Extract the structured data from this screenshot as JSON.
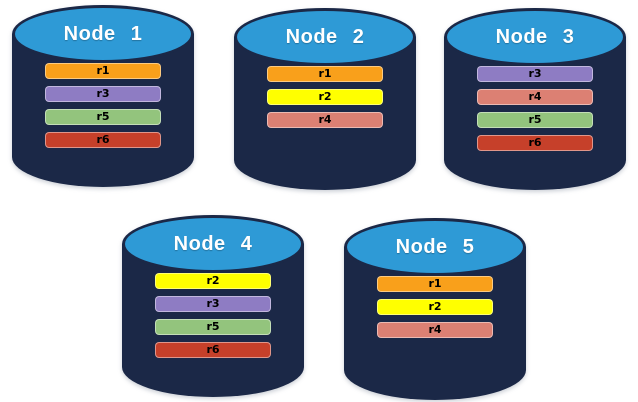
{
  "palette": {
    "background": "#FFFFFF",
    "cylinder_body": "#1B2847",
    "cylinder_top_fill": "#2E9AD6",
    "title_text": "#FFFFFF",
    "bar_text": "#000000",
    "replica_colors": {
      "r1": "#F9A01B",
      "r2": "#FFFF00",
      "r3": "#8E7CC3",
      "r4": "#DC8073",
      "r5": "#93C47D",
      "r6": "#C6402A"
    }
  },
  "nodes": [
    {
      "id": "node-1",
      "title": "Node 1",
      "replicas": [
        "r1",
        "r3",
        "r5",
        "r6"
      ]
    },
    {
      "id": "node-2",
      "title": "Node 2",
      "replicas": [
        "r1",
        "r2",
        "r4"
      ]
    },
    {
      "id": "node-3",
      "title": "Node 3",
      "replicas": [
        "r3",
        "r4",
        "r5",
        "r6"
      ]
    },
    {
      "id": "node-4",
      "title": "Node 4",
      "replicas": [
        "r2",
        "r3",
        "r5",
        "r6"
      ]
    },
    {
      "id": "node-5",
      "title": "Node 5",
      "replicas": [
        "r1",
        "r2",
        "r4"
      ]
    }
  ]
}
